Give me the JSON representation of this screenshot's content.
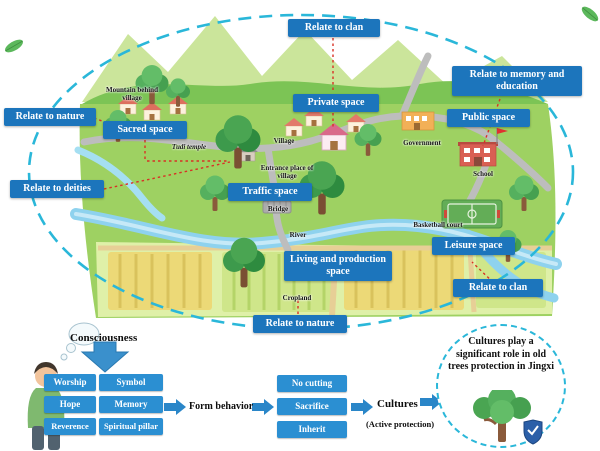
{
  "colors": {
    "label_bg": "#1c75bc",
    "flow_box_bg": "#2b8fd2",
    "dashed_ellipse": "#2ab7d9",
    "dotted_connector": "#d93025",
    "arrow_blue": "#2a86c8"
  },
  "icons": {
    "person": "thinking-person",
    "thought_bubble": "thought-bubble",
    "down_arrow": "blue-down-arrow",
    "right_arrow": "blue-right-arrow",
    "tree": "green-tree",
    "shield": "protection-shield",
    "leaf": "green-leaf"
  },
  "relations": {
    "top_clan": "Relate to clan",
    "memory_education": "Relate to memory and education",
    "nature_left": "Relate to nature",
    "deities": "Relate to deities",
    "clan_right": "Relate to clan",
    "nature_bottom": "Relate to nature"
  },
  "spaces": {
    "sacred": "Sacred space",
    "private": "Private space",
    "public": "Public space",
    "traffic": "Traffic space",
    "leisure": "Leisure space",
    "living": "Living and production space"
  },
  "map_annotations": {
    "mountain": "Mountain behind village",
    "tudi_temple": "Tudi temple",
    "village": "Village",
    "entrance": "Entrance place of village",
    "government": "Government",
    "school": "School",
    "bridge": "Bridge",
    "river": "River",
    "basketball_court": "Basketball court",
    "cropland": "Cropland"
  },
  "flow": {
    "consciousness": "Consciousness",
    "factors": [
      "Worship",
      "Symbol",
      "Hope",
      "Memory",
      "Reverence",
      "Spiritual pillar"
    ],
    "form_behavior": "Form behavior",
    "behaviors": [
      "No cutting",
      "Sacrifice",
      "Inherit"
    ],
    "cultures": "Cultures",
    "cultures_sub": "(Active protection)",
    "conclusion": "Cultures play a significant role in old trees protection in Jingxi"
  }
}
